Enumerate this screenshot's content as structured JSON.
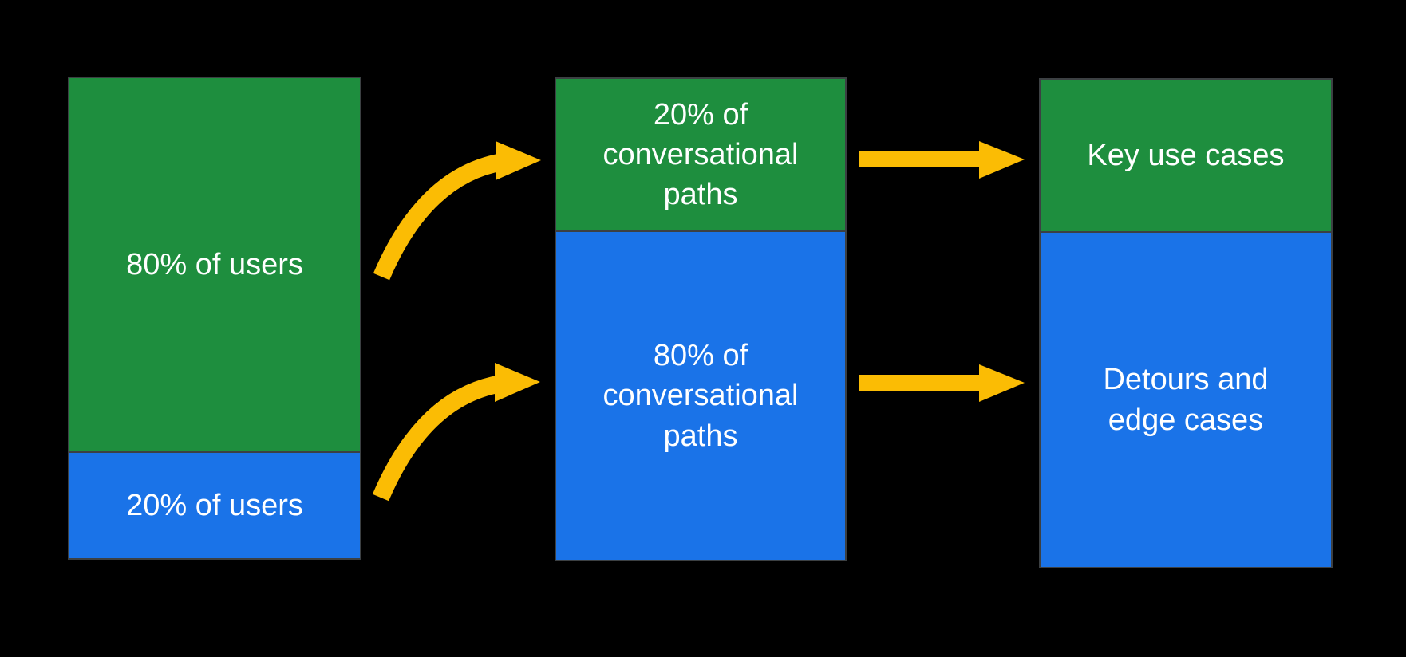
{
  "colors": {
    "background": "#000000",
    "green": "#1E8E3E",
    "blue": "#1A73E8",
    "arrow": "#FBBC04",
    "border": "#3C4043",
    "text": "#FFFFFF"
  },
  "bars": [
    {
      "name": "users",
      "segments": [
        {
          "color": "green",
          "percent": "80%",
          "label": "80% of users"
        },
        {
          "color": "blue",
          "percent": "20%",
          "label": "20% of users"
        }
      ]
    },
    {
      "name": "conversational-paths",
      "segments": [
        {
          "color": "green",
          "percent": "20%",
          "label": "20% of\nconversational\npaths"
        },
        {
          "color": "blue",
          "percent": "80%",
          "label": "80% of\nconversational\npaths"
        }
      ]
    },
    {
      "name": "outcomes",
      "segments": [
        {
          "color": "green",
          "label": "Key use cases"
        },
        {
          "color": "blue",
          "label": "Detours and\nedge cases"
        }
      ]
    }
  ],
  "arrows": [
    {
      "name": "curved-arrow-top",
      "from": "80% of users",
      "to": "20% of conversational paths"
    },
    {
      "name": "curved-arrow-bottom",
      "from": "20% of users",
      "to": "80% of conversational paths"
    },
    {
      "name": "straight-arrow-top",
      "from": "20% of conversational paths",
      "to": "Key use cases"
    },
    {
      "name": "straight-arrow-bottom",
      "from": "80% of conversational paths",
      "to": "Detours and edge cases"
    }
  ]
}
